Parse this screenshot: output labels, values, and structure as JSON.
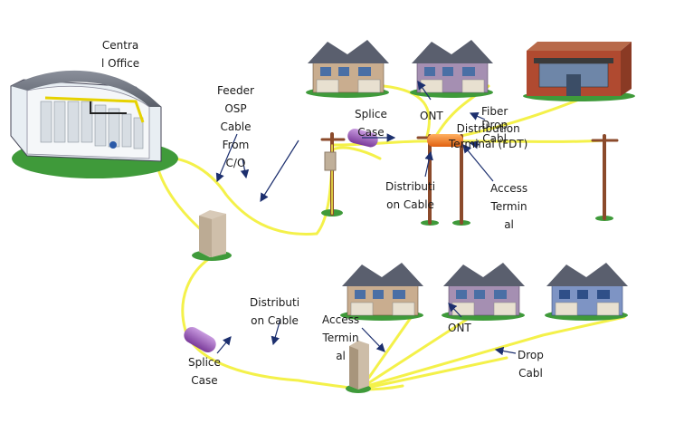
{
  "labels": {
    "central_office": "Centra\nl Office",
    "feeder_cable": "Feeder\nOSP\nCable\nFrom\nC/O",
    "splice_case_top": "Splice\nCase",
    "ont_top": "ONT",
    "fiber_drop_cable": "Fiber\nDrop\nCabl",
    "distribution_terminal": "Distribution\nTerminal (FDT)",
    "distribution_cable_top": "Distributi\non Cable",
    "access_terminal_top": "Access\nTermin\nal",
    "distribution_cable_bottom": "Distributi\non Cable",
    "access_terminal_bottom": "Access\nTermin\nal",
    "ont_bottom": "ONT",
    "drop_cable_bottom": "Drop\nCabl",
    "splice_case_bottom": "Splice\nCase"
  },
  "colors": {
    "cable": "#f4f14a",
    "pole": "#8b4a2b",
    "cabinet": "#c8b8a4",
    "grass": "#3f9a3a",
    "arrow": "#1c2f6e",
    "splice_case": "#9b59b6"
  }
}
